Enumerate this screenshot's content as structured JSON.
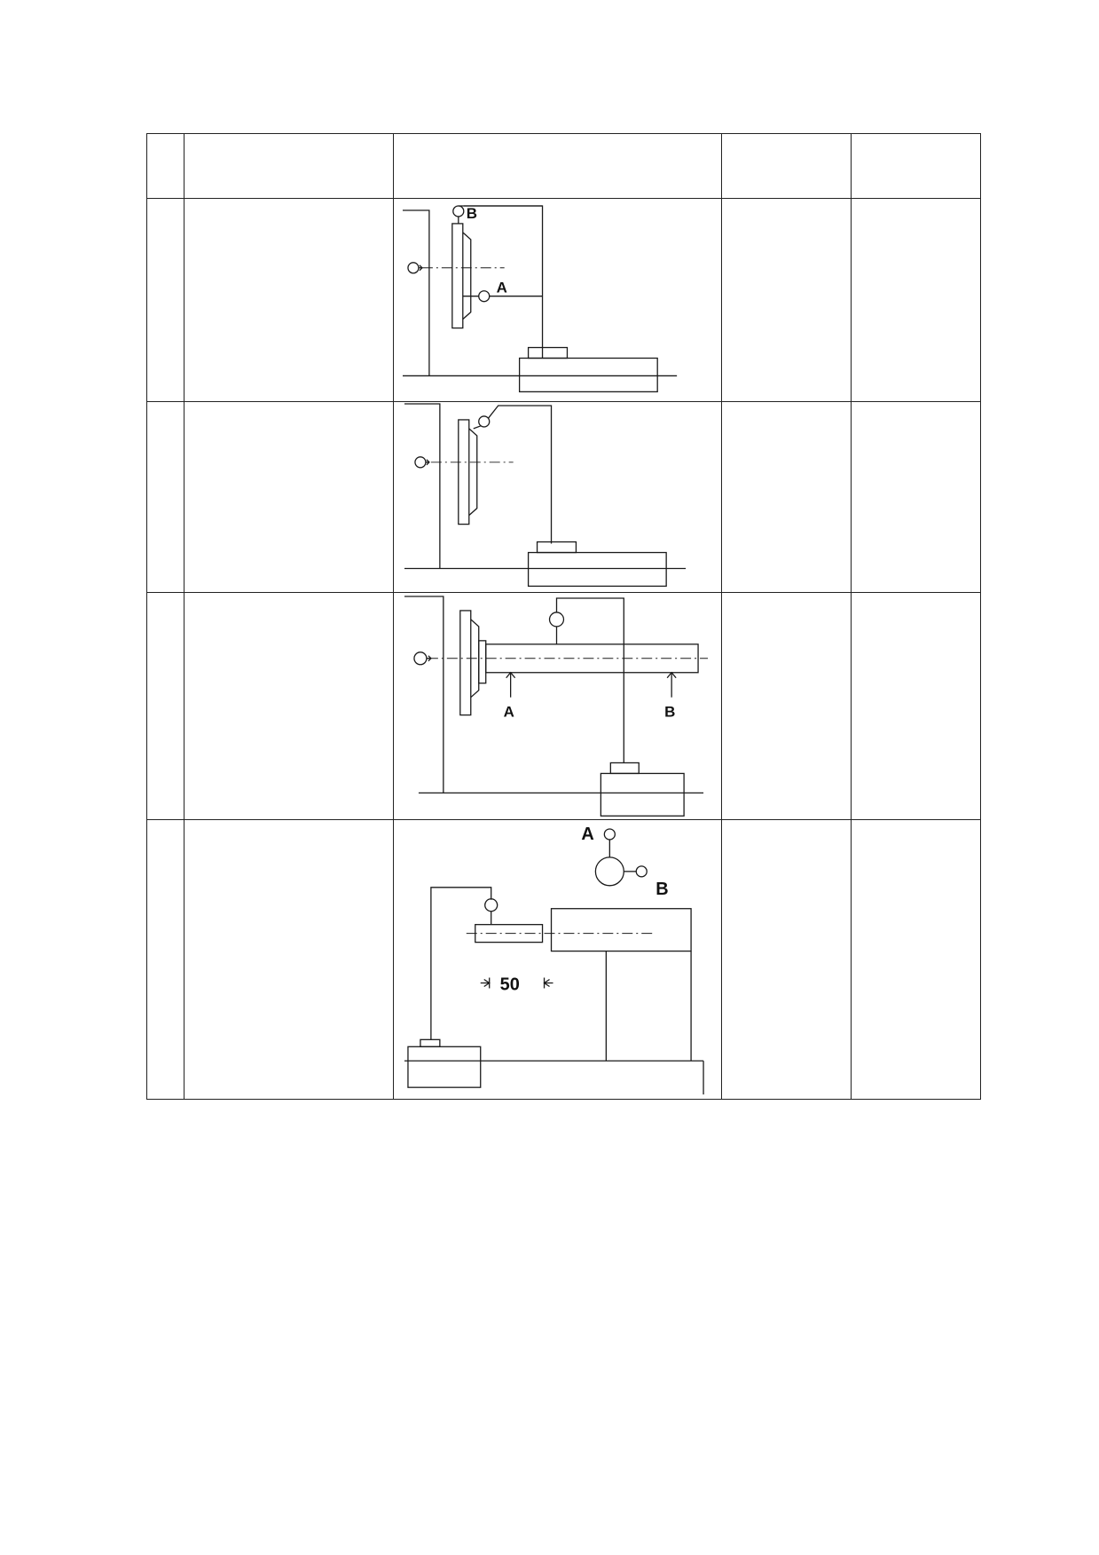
{
  "table": {
    "header": [
      "",
      "",
      "",
      "",
      ""
    ],
    "rows": [
      {
        "figure": {
          "labels": {
            "a": "A",
            "b": "B"
          }
        }
      },
      {
        "figure": {
          "labels": {}
        }
      },
      {
        "figure": {
          "labels": {
            "a": "A",
            "b": "B"
          }
        }
      },
      {
        "figure": {
          "labels": {
            "a": "A",
            "b": "B",
            "dimension": "50"
          }
        }
      }
    ]
  }
}
